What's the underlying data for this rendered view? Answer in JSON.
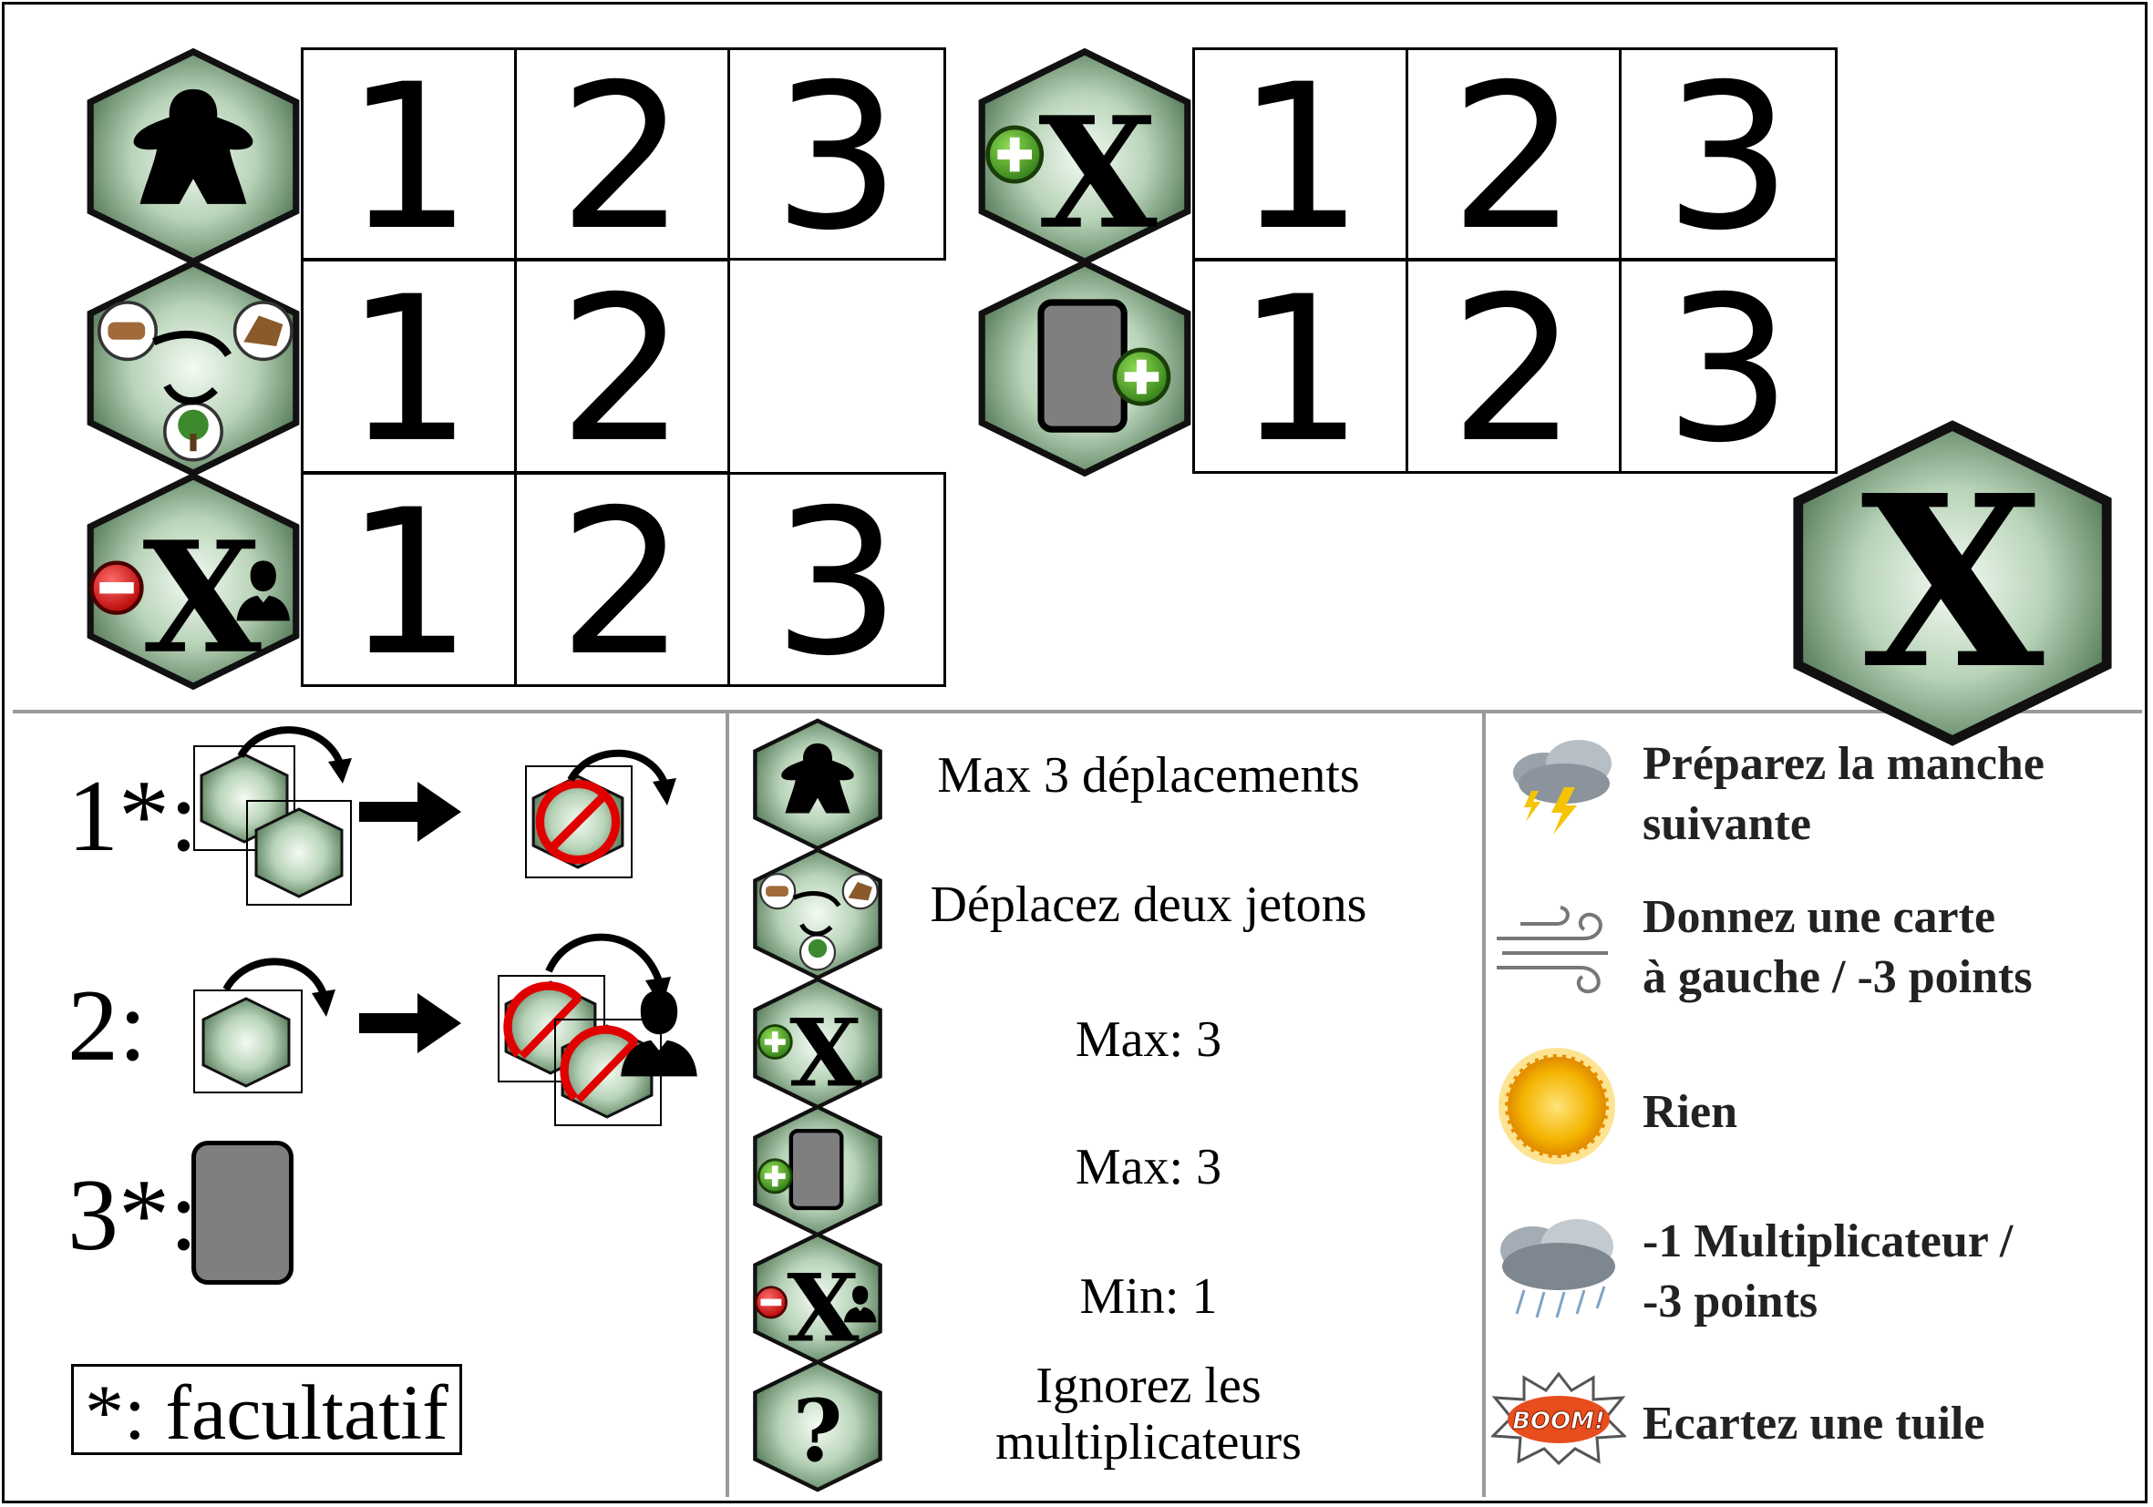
{
  "scoring": {
    "row1": {
      "token": "meeple-token",
      "cells": [
        "1",
        "2",
        "3"
      ]
    },
    "row2": {
      "token": "swap-token",
      "cells": [
        "1",
        "2"
      ]
    },
    "row3": {
      "token": "minus-multiplier-token",
      "cells": [
        "1",
        "2",
        "3"
      ]
    },
    "row4": {
      "token": "plus-multiplier-token",
      "cells": [
        "1",
        "2",
        "3"
      ]
    },
    "row5": {
      "token": "plus-card-token",
      "cells": [
        "1",
        "2",
        "3"
      ]
    },
    "big_token": {
      "glyph": "X"
    }
  },
  "actions": {
    "a1": {
      "label": "1*:"
    },
    "a2": {
      "label": "2:"
    },
    "a3": {
      "label": "3*:"
    },
    "footnote": "*: facultatif"
  },
  "tokens": {
    "t1": {
      "text": "Max 3 déplacements"
    },
    "t2": {
      "text": "Déplacez deux jetons"
    },
    "t3": {
      "text": "Max: 3"
    },
    "t4": {
      "text": "Max: 3"
    },
    "t5": {
      "text": "Min: 1"
    },
    "t6": {
      "line1": "Ignorez les",
      "line2": "multiplicateurs"
    }
  },
  "weather": [
    {
      "icon": "storm-icon",
      "line1": "Préparez la manche",
      "line2": "suivante"
    },
    {
      "icon": "wind-icon",
      "line1": "Donnez une carte",
      "line2": "à gauche / -3 points"
    },
    {
      "icon": "sun-icon",
      "line1": "Rien",
      "line2": ""
    },
    {
      "icon": "rain-cloud-icon",
      "line1": "-1 Multiplicateur /",
      "line2": "-3 points"
    },
    {
      "icon": "boom-icon",
      "line1": "Ecartez une tuile",
      "line2": "",
      "badge": "BOOM!"
    }
  ],
  "colors": {
    "hex_center": "#f4fbf4",
    "hex_edge": "#5b7f5e",
    "minus": "#e00000",
    "plus": "#3b8a1e",
    "card": "#7f7f7f"
  }
}
